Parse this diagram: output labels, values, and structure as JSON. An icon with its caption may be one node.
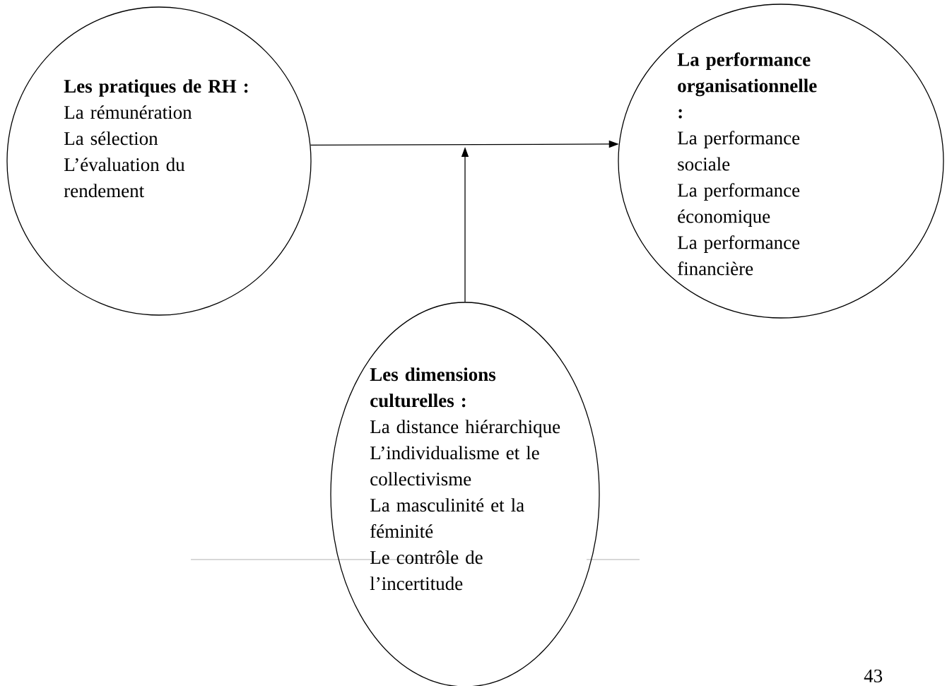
{
  "diagram": {
    "nodes": [
      {
        "text": [
          "Les pratiques de RH :",
          "La rémunération",
          "La sélection",
          "L’évaluation du rendement"
        ]
      },
      {
        "text": [
          "La performance organisationnelle :",
          "La performance sociale",
          "La performance économique",
          "La performance financière"
        ]
      },
      {
        "text": [
          "Les dimensions culturelles :",
          "La distance hiérarchique",
          "L’individualisme et le collectivisme",
          "La masculinité et la féminité",
          "Le contrôle de l’incertitude"
        ]
      }
    ],
    "edges": [
      {
        "from": 0,
        "to": 1,
        "arrow": "to"
      },
      {
        "from": 2,
        "to": null,
        "arrow": "to"
      }
    ],
    "labels": [
      "43"
    ]
  }
}
